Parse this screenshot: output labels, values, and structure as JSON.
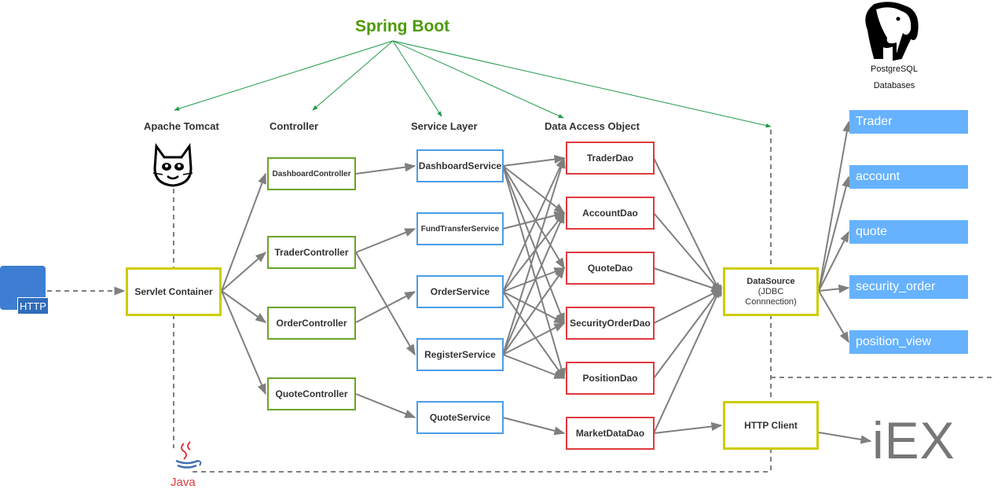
{
  "top": {
    "title": "Spring Boot"
  },
  "headers": {
    "tomcat": "Apache Tomcat",
    "controller": "Controller",
    "service": "Service Layer",
    "dao": "Data Access Object"
  },
  "http": {
    "label": "HTTP"
  },
  "servlet": {
    "label": "Servlet Container"
  },
  "controllers": [
    {
      "label": "DashboardController"
    },
    {
      "label": "TraderController"
    },
    {
      "label": "OrderController"
    },
    {
      "label": "QuoteController"
    }
  ],
  "services": [
    {
      "label": "DashboardService"
    },
    {
      "label": "FundTransferService"
    },
    {
      "label": "OrderService"
    },
    {
      "label": "RegisterService"
    },
    {
      "label": "QuoteService"
    }
  ],
  "daos": [
    {
      "label": "TraderDao"
    },
    {
      "label": "AccountDao"
    },
    {
      "label": "QuoteDao"
    },
    {
      "label": "SecurityOrderDao"
    },
    {
      "label": "PositionDao"
    },
    {
      "label": "MarketDataDao"
    }
  ],
  "datasource": {
    "line1": "DataSource",
    "line2": "(JDBC",
    "line3": "Connnection)"
  },
  "httpclient": {
    "label": "HTTP Client"
  },
  "postgres": {
    "line1": "PostgreSQL",
    "line2": "Databases"
  },
  "tables": [
    {
      "label": "Trader"
    },
    {
      "label": "account"
    },
    {
      "label": "quote"
    },
    {
      "label": "security_order"
    },
    {
      "label": "position_view"
    }
  ],
  "iex": {
    "label": "iEX"
  },
  "java": {
    "label": "Java"
  },
  "colors": {
    "spring_arrow": "#1f9a4a",
    "grey_arrow": "#7f7f7f",
    "controller_border": "#6aa527",
    "service_border": "#4a9de8",
    "dao_border": "#e0393e",
    "infra_border": "#cccc00",
    "table_fill": "#66b2ff"
  }
}
